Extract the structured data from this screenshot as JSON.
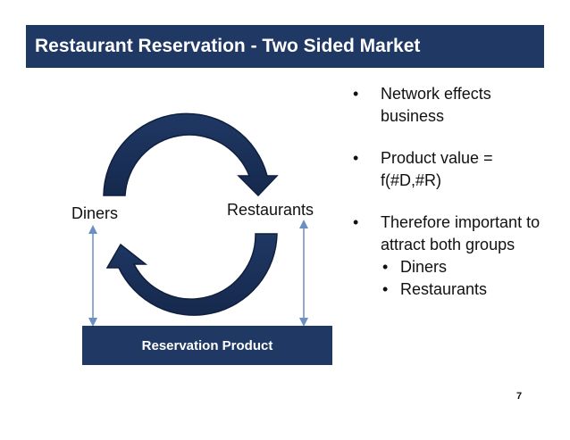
{
  "slide": {
    "title": "Restaurant Reservation - Two Sided Market",
    "page_number": "7"
  },
  "diagram": {
    "left_label": "Diners",
    "right_label": "Restaurants",
    "product_label": "Reservation Product"
  },
  "bullets": [
    {
      "text": "Network effects business"
    },
    {
      "text": "Product value = f(#D,#R)"
    },
    {
      "text": "Therefore important to attract both groups"
    }
  ],
  "sub_bullets": [
    "Diners",
    "Restaurants"
  ],
  "colors": {
    "navy": "#1f3864",
    "connector": "#6b8fc0"
  },
  "icons": {
    "bullet": "•"
  }
}
